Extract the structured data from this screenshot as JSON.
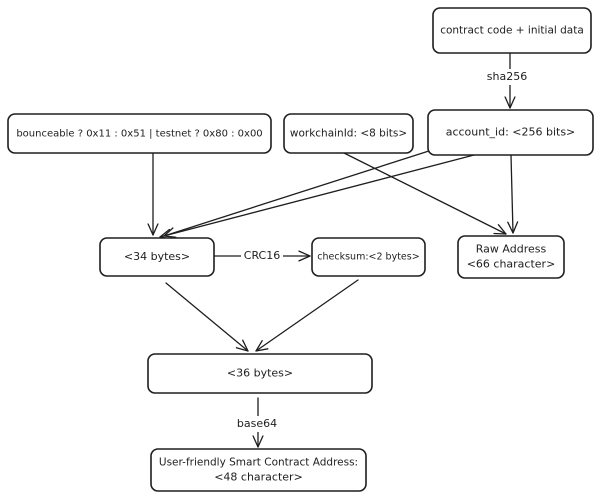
{
  "nodes": {
    "contract": {
      "lines": [
        "contract code + initial data"
      ]
    },
    "flags": {
      "lines": [
        "bounceable ? 0x11 : 0x51 | testnet ? 0x80 : 0x00"
      ]
    },
    "workchain": {
      "lines": [
        "workchainId: <8 bits>"
      ]
    },
    "account": {
      "lines": [
        "account_id: <256 bits>"
      ]
    },
    "bytes34": {
      "lines": [
        "<34 bytes>"
      ]
    },
    "checksum": {
      "lines": [
        "checksum:<2 bytes>"
      ]
    },
    "raw": {
      "lines": [
        "Raw Address",
        "<66 character>"
      ]
    },
    "bytes36": {
      "lines": [
        "<36 bytes>"
      ]
    },
    "friendly": {
      "lines": [
        "User-friendly Smart Contract Address:",
        "<48 character>"
      ]
    }
  },
  "edges": {
    "sha256": {
      "from": "contract",
      "to": "account",
      "label": "sha256"
    },
    "flags_to_34": {
      "from": "flags",
      "to": "bytes34",
      "label": ""
    },
    "workchain_to_raw": {
      "from": "workchain",
      "to": "raw",
      "label": ""
    },
    "account_to_34_a": {
      "from": "account",
      "to": "bytes34",
      "label": ""
    },
    "account_to_34_b": {
      "from": "account",
      "to": "bytes34",
      "label": ""
    },
    "account_to_raw": {
      "from": "account",
      "to": "raw",
      "label": ""
    },
    "crc16": {
      "from": "bytes34",
      "to": "checksum",
      "label": "CRC16"
    },
    "b34_to_36": {
      "from": "bytes34",
      "to": "bytes36",
      "label": ""
    },
    "checksum_to_36": {
      "from": "checksum",
      "to": "bytes36",
      "label": ""
    },
    "base64": {
      "from": "bytes36",
      "to": "friendly",
      "label": "base64"
    }
  }
}
